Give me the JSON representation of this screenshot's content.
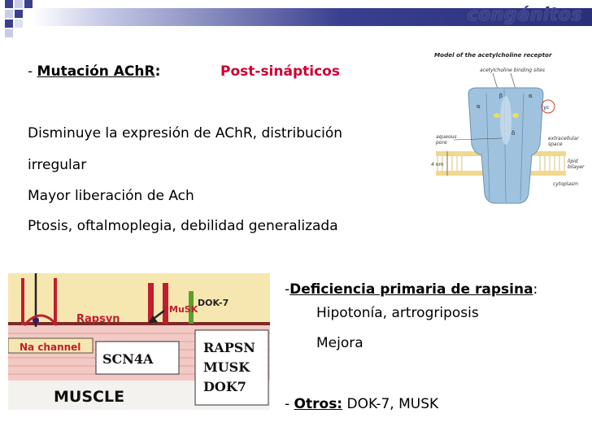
{
  "header": {
    "title": "congénitos",
    "colors": {
      "band_dark": "#2a2f7a",
      "title": "#3b3f8a"
    }
  },
  "left": {
    "line1_prefix": "- ",
    "line1_label": "Mutación AChR",
    "line1_colon": ":",
    "line1_red": "Post-sinápticos",
    "items": [
      "Disminuye la expresión de AChR, distribución",
      "irregular",
      "Mayor liberación de Ach",
      "Ptosis, oftalmoplegia, debilidad generalizada"
    ]
  },
  "right": {
    "rapsyn_prefix": "-",
    "rapsyn_label": "Deficiencia primaria de rapsina",
    "rapsyn_colon": ":",
    "rapsyn_items": [
      "Hipotonía, artrogriposis",
      "Mejora"
    ],
    "others_prefix": "- ",
    "others_label": "Otros:",
    "others_text": " DOK-7, MUSK"
  },
  "receptor_figure": {
    "title": "Model of the acetylcholine receptor",
    "binding": "acetylcholine binding sites",
    "alpha1": "α",
    "beta": "β",
    "alpha2": "α",
    "gamma_eps": "γε",
    "delta": "δ",
    "pore_1": "aqueous",
    "pore_2": "pore",
    "extra_1": "extracellular",
    "extra_2": "space",
    "lipid_1": "lipid",
    "lipid_2": "bilayer",
    "cyto": "cytoplasm",
    "size": "4 nm"
  },
  "muscle_figure": {
    "rapsyn": "Rapsyn",
    "musk": "MuSK",
    "dok7": "DOK-7",
    "na_channel": "Na channel",
    "scn4a": "SCN4A",
    "rapsn": "RAPSN",
    "musk_gene": "MUSK",
    "dok7_gene": "DOK7",
    "muscle": "MUSCLE"
  }
}
